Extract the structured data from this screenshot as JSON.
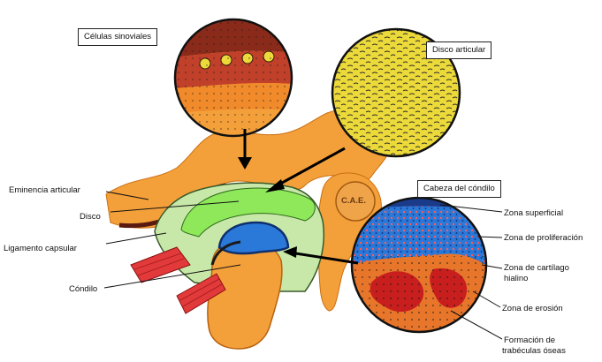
{
  "callouts": {
    "synovial_cells": "Células sinoviales",
    "articular_disc": "Disco articular",
    "condyle_head": "Cabeza del cóndilo"
  },
  "left_labels": {
    "articular_eminence": "Eminencia articular",
    "disc": "Disco",
    "capsular_ligament": "Ligamento capsular",
    "condyle": "Cóndilo"
  },
  "right_labels": {
    "superficial_zone": "Zona superficial",
    "proliferation_zone": "Zona de proliferación",
    "hyaline_line1": "Zona de cartílago",
    "hyaline_line2": "hialino",
    "erosion_zone": "Zona de erosión",
    "trabeculae_line1": "Formación de",
    "trabeculae_line2": "trabéculas óseas"
  },
  "structure_text": {
    "cae": "C.A.E."
  },
  "colors": {
    "bone_orange": "#f4a03a",
    "disc_green": "#8ee85a",
    "cartilage_blue": "#2a78d8",
    "muscle_red": "#e23a3a",
    "synovial_brown": "#8a2a1a",
    "disc_yellow": "#ecd93a"
  }
}
